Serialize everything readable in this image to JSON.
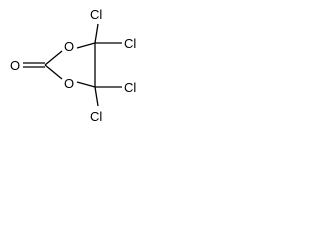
{
  "molecule": {
    "atoms": {
      "carbonyl_oxygen": "O",
      "ring_oxygen_top": "O",
      "ring_oxygen_bottom": "O",
      "chlorine_top_left": "Cl",
      "chlorine_top_right": "Cl",
      "chlorine_bottom_right": "Cl",
      "chlorine_bottom_left": "Cl"
    }
  }
}
